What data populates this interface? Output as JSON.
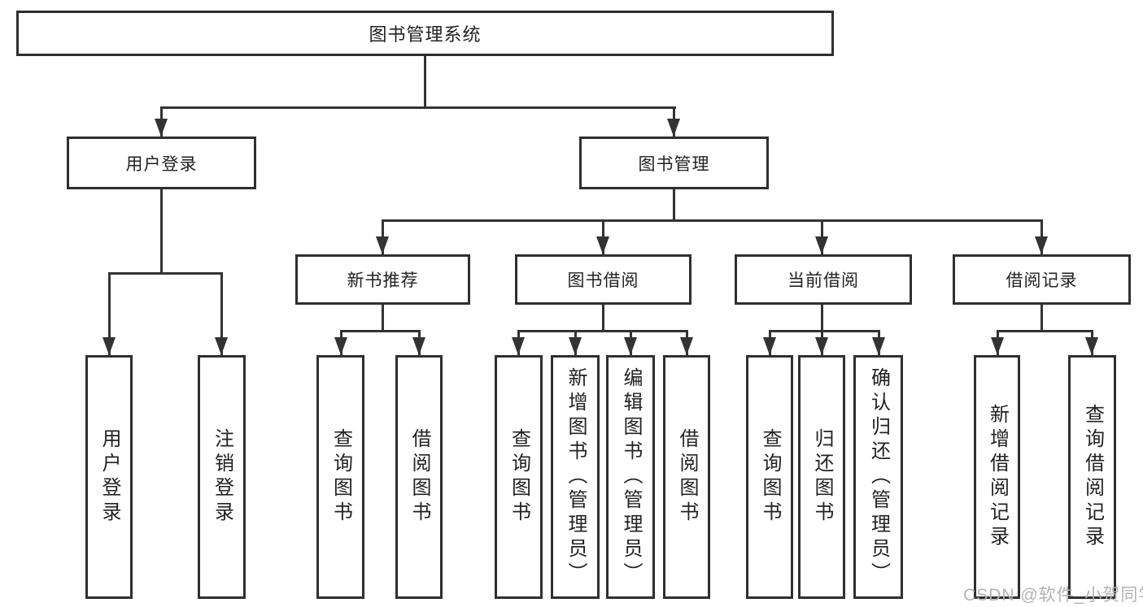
{
  "diagram": {
    "title": "图书管理系统",
    "level2": {
      "user_login": "用户登录",
      "book_mgmt": "图书管理"
    },
    "level3": {
      "new_book_rec": "新书推荐",
      "book_borrow": "图书借阅",
      "current_borrow": "当前借阅",
      "borrow_records": "借阅记录"
    },
    "leaves": {
      "user_login": "用户登录",
      "logout": "注销登录",
      "query_book_nb": "查询图书",
      "borrow_book_nb": "借阅图书",
      "query_book_bb": "查询图书",
      "add_book_admin": "新增图书（管理员）",
      "edit_book_admin": "编辑图书（管理员）",
      "borrow_book_bb": "借阅图书",
      "query_book_cb": "查询图书",
      "return_book": "归还图书",
      "confirm_return_admin": "确认归还（管理员）",
      "add_borrow_record": "新增借阅记录",
      "query_borrow_record": "查询借阅记录"
    }
  },
  "colors": {
    "box_border": "#2f2f2f",
    "line": "#333333",
    "text": "#222222",
    "watermark": "#b3b3b3"
  },
  "watermark": "CSDN @软件_小贺同学"
}
